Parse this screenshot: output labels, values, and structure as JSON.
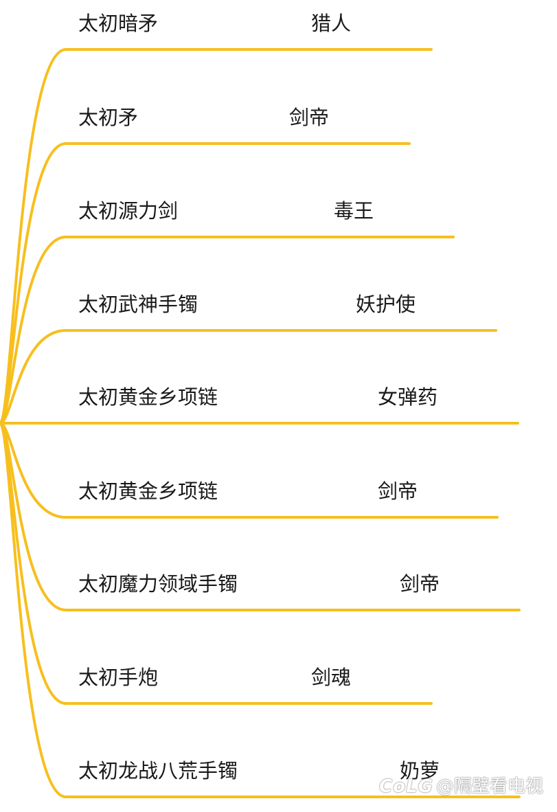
{
  "colors": {
    "branch": "#f7bf1e",
    "text": "#1a1a1a"
  },
  "branches": [
    {
      "item": "太初暗矛",
      "role": "猎人"
    },
    {
      "item": "太初矛",
      "role": "剑帝"
    },
    {
      "item": "太初源力剑",
      "role": "毒王"
    },
    {
      "item": "太初武神手镯",
      "role": "妖护使"
    },
    {
      "item": "太初黄金乡项链",
      "role": "女弹药"
    },
    {
      "item": "太初黄金乡项链",
      "role": "剑帝"
    },
    {
      "item": "太初魔力领域手镯",
      "role": "剑帝"
    },
    {
      "item": "太初手炮",
      "role": "剑魂"
    },
    {
      "item": "太初龙战八荒手镯",
      "role": "奶萝"
    }
  ],
  "watermark": {
    "logo": "CoLG",
    "text": "@隔壁看电视"
  }
}
